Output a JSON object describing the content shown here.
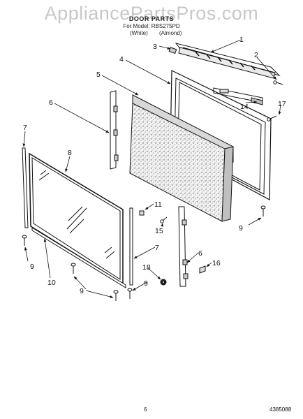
{
  "watermark": "AppliancePartsPros.com",
  "header": {
    "title": "DOOR PARTS",
    "subtitle": "For Model: RBS275PD",
    "color_1": "(White)",
    "color_2": "(Almond)"
  },
  "callouts": {
    "c1": "1",
    "c2": "2",
    "c3": "3",
    "c4": "4",
    "c5": "5",
    "c6a": "6",
    "c7a": "7",
    "c8": "8",
    "c9a": "9",
    "c9b": "9",
    "c9c": "9",
    "c9d": "9",
    "c10": "10",
    "c11": "11",
    "c14": "14",
    "c15": "15",
    "c17": "17",
    "c7b": "7",
    "c6b": "6",
    "c18": "18",
    "c16": "16"
  },
  "footer": {
    "page_number": "6",
    "document_number": "4385088"
  }
}
